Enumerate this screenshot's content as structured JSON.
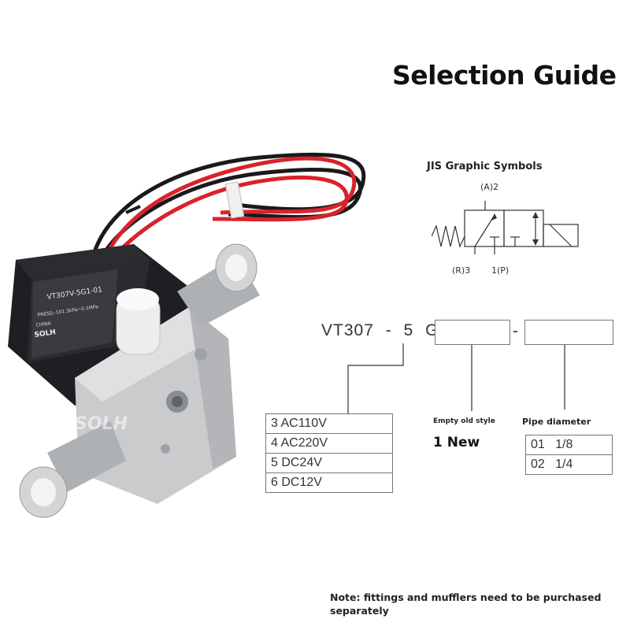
{
  "title": "Selection Guide",
  "jis": {
    "title": "JIS Graphic Symbols",
    "port_a": "(A)2",
    "port_r": "(R)3",
    "port_p": "1(P)"
  },
  "model": {
    "prefix": "VT307",
    "dash1": "-",
    "code": "5",
    "suffix": "G",
    "dash2": "-"
  },
  "voltage_options": [
    {
      "code": "3",
      "label": "AC110V"
    },
    {
      "code": "4",
      "label": "AC220V"
    },
    {
      "code": "5",
      "label": "DC24V"
    },
    {
      "code": "6",
      "label": "DC12V"
    }
  ],
  "style": {
    "heading": "Empty old style",
    "value": "1 New"
  },
  "pipe": {
    "heading": "Pipe diameter",
    "options": [
      {
        "code": "01",
        "size": "1/8"
      },
      {
        "code": "02",
        "size": "1/4"
      }
    ]
  },
  "product_label": {
    "model_text": "VT307V-5G1-01",
    "brand": "SOLH",
    "country": "CHINA",
    "pressure": "PRESS:-101.3kPa~0.1MPa",
    "watermark": "SOLH"
  },
  "note": "Note: fittings and mufflers need to be purchased separately",
  "colors": {
    "accent_red": "#d9232b",
    "wire_black": "#1a1a1a",
    "body_grey": "#c9cbcd",
    "coil_black": "#1e1f22"
  }
}
